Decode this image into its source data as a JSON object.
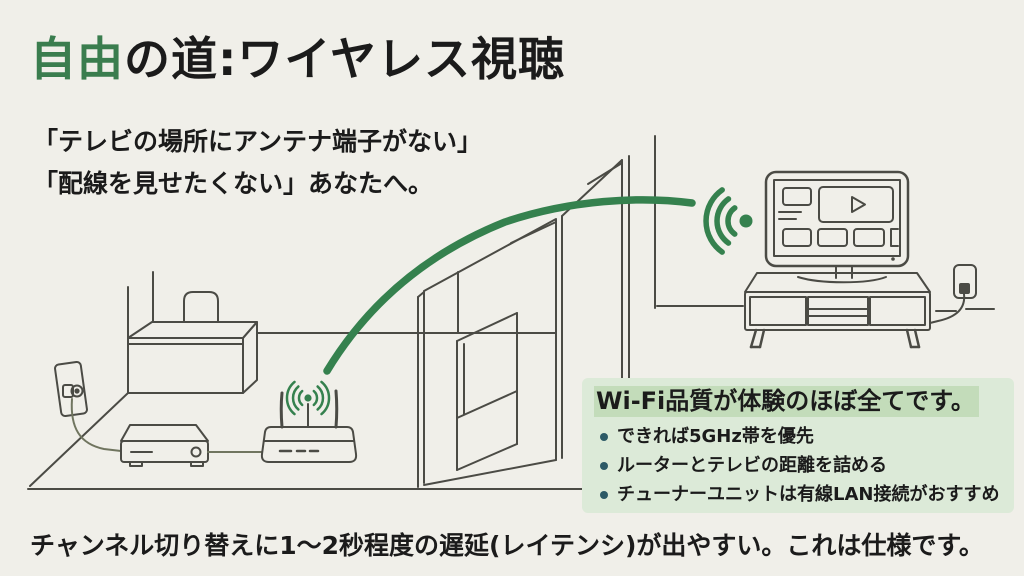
{
  "page": {
    "title": {
      "highlight": "自由",
      "rest": "の道:ワイヤレス視聴"
    },
    "subtitle_line1": "「テレビの場所にアンテナ端子がない」",
    "subtitle_line2": "「配線を見せたくない」あなたへ。",
    "tips_box": {
      "title": "Wi-Fi品質が体験のほぼ全てです。",
      "bullets": [
        "できれば5GHz帯を優先",
        "ルーターとテレビの距離を詰める",
        "チューナーユニットは有線LAN接続がおすすめ"
      ]
    },
    "footer": "チャンネル切り替えに1〜2秒程度の遅延(レイテンシ)が出やすい。これは仕様です。",
    "colors": {
      "background": "#f0efe9",
      "accent_green": "#3a7d4e",
      "arc_green": "#35814e",
      "line_gray": "#4b4b45",
      "cable_olive": "#70755f",
      "tips_box_bg": "#dcead8",
      "tips_title_band": "#c3dcba",
      "bullet_dot": "#2c5a66",
      "text": "#1b1b1b"
    },
    "diagram": {
      "icons": [
        "antenna-outlet-icon",
        "tuner-box-icon",
        "wifi-router-icon",
        "router-signal-icon",
        "wireless-path-arc",
        "wifi-signal-icon",
        "tv-icon",
        "tv-stand-icon",
        "power-outlet-icon",
        "cabinet-icon",
        "room-walls"
      ]
    }
  }
}
